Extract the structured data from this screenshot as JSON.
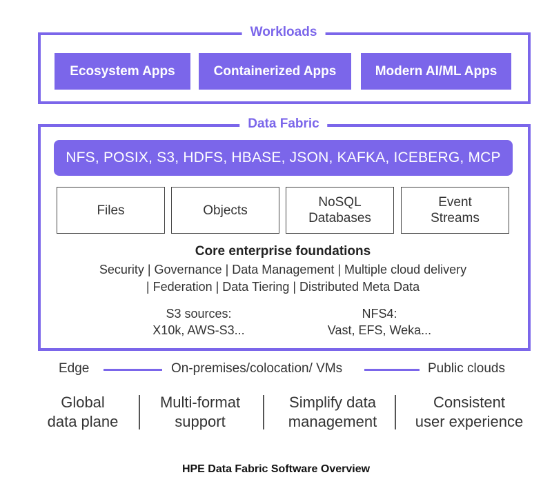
{
  "workloads": {
    "title": "Workloads",
    "apps": [
      "Ecosystem Apps",
      "Containerized Apps",
      "Modern AI/ML Apps"
    ]
  },
  "data_fabric": {
    "title": "Data Fabric",
    "protocols": "NFS, POSIX, S3, HDFS, HBASE, JSON, KAFKA, ICEBERG, MCP",
    "data_types": [
      {
        "line1": "Files",
        "line2": ""
      },
      {
        "line1": "Objects",
        "line2": ""
      },
      {
        "line1": "NoSQL",
        "line2": "Databases"
      },
      {
        "line1": "Event",
        "line2": "Streams"
      }
    ],
    "foundations_title": "Core enterprise foundations",
    "foundations_line1": "Security | Governance | Data Management | Multiple cloud delivery",
    "foundations_line2": "| Federation | Data Tiering | Distributed Meta Data",
    "sources": [
      {
        "line1": "S3 sources:",
        "line2": "X10k, AWS-S3..."
      },
      {
        "line1": "NFS4:",
        "line2": "Vast, EFS, Weka..."
      }
    ]
  },
  "deployment": {
    "edge": "Edge",
    "onprem": "On-premises/colocation/ VMs",
    "public": "Public clouds"
  },
  "benefits": [
    {
      "line1": "Global",
      "line2": "data plane"
    },
    {
      "line1": "Multi-format",
      "line2": "support"
    },
    {
      "line1": "Simplify data",
      "line2": "management"
    },
    {
      "line1": "Consistent",
      "line2": "user experience"
    }
  ],
  "caption": "HPE Data Fabric Software Overview",
  "colors": {
    "accent": "#7b66ea",
    "text": "#2b2b2b"
  }
}
